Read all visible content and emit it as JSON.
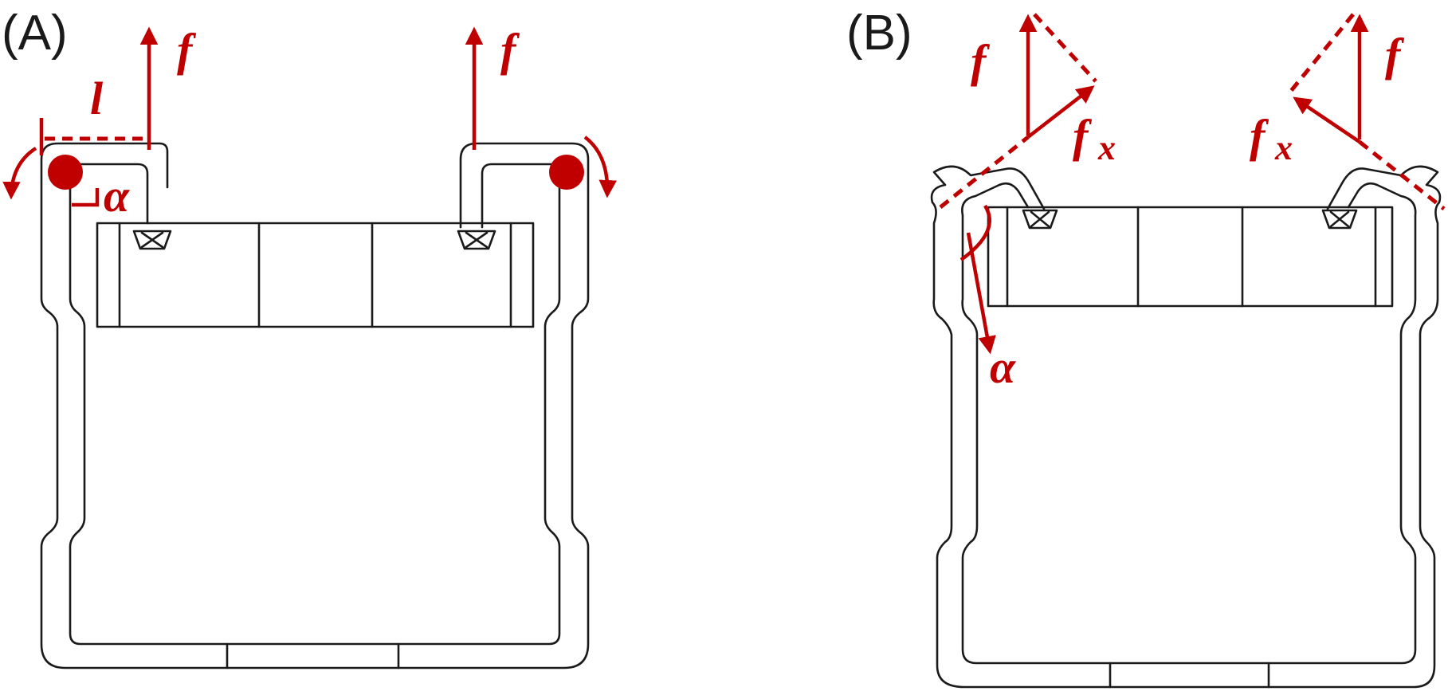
{
  "panels": [
    {
      "label": "(A)",
      "labels": {
        "force_left": "f",
        "force_right": "f",
        "length": "l",
        "angle": "α"
      }
    },
    {
      "label": "(B)",
      "labels": {
        "force_left": "f",
        "force_right": "f",
        "component_left": "f",
        "component_left_sub": "x",
        "component_right": "f",
        "component_right_sub": "x",
        "angle": "α"
      }
    }
  ],
  "colors": {
    "annotation": "#c00000",
    "outline": "#1a1a1a",
    "background": "#ffffff"
  }
}
